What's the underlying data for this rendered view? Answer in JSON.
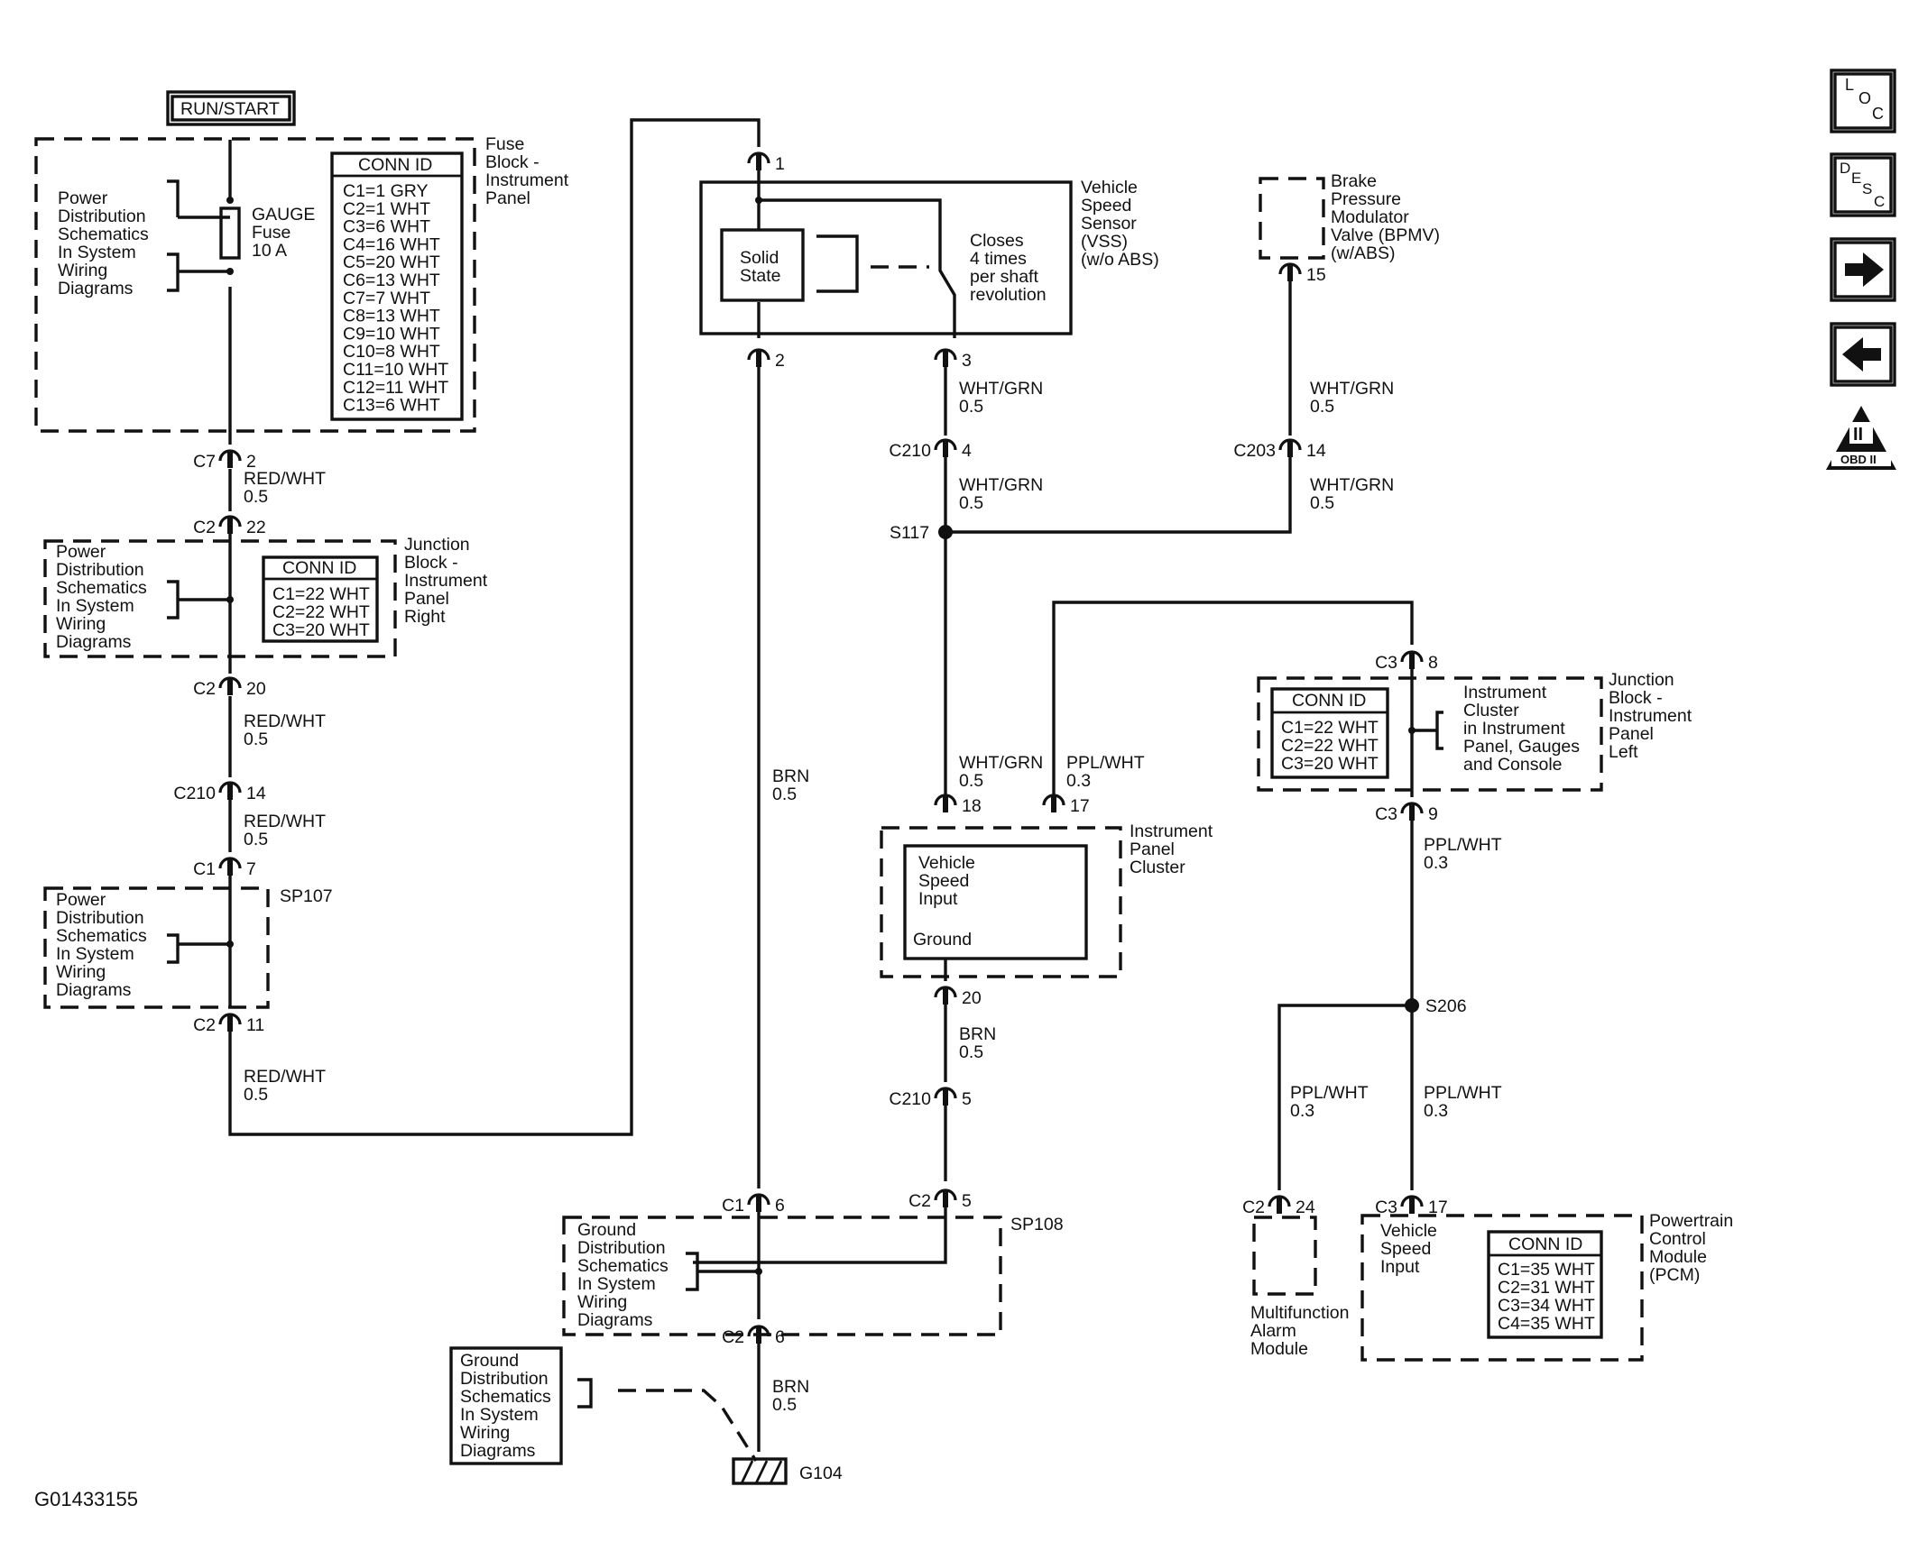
{
  "figure_id": "G01433155",
  "power_source": "RUN/START",
  "fuse_block": {
    "label": [
      "Fuse",
      "Block -",
      "Instrument",
      "Panel"
    ],
    "fuse": [
      "GAUGE",
      "Fuse",
      "10 A"
    ],
    "ref": [
      "Power",
      "Distribution",
      "Schematics",
      "In System",
      "Wiring",
      "Diagrams"
    ],
    "conn_title": "CONN ID",
    "conn": [
      "C1=1 GRY",
      "C2=1 WHT",
      "C3=6 WHT",
      "C4=16 WHT",
      "C5=20 WHT",
      "C6=13 WHT",
      "C7=7 WHT",
      "C8=13 WHT",
      "C9=10 WHT",
      "C10=8 WHT",
      "C11=10 WHT",
      "C12=11 WHT",
      "C13=6 WHT"
    ]
  },
  "junction_right": {
    "label": [
      "Junction",
      "Block -",
      "Instrument",
      "Panel",
      "Right"
    ],
    "ref": [
      "Power",
      "Distribution",
      "Schematics",
      "In System",
      "Wiring",
      "Diagrams"
    ],
    "conn_title": "CONN ID",
    "conn": [
      "C1=22 WHT",
      "C2=22 WHT",
      "C3=20 WHT"
    ]
  },
  "sp107": {
    "label": "SP107",
    "ref": [
      "Power",
      "Distribution",
      "Schematics",
      "In System",
      "Wiring",
      "Diagrams"
    ]
  },
  "vss": {
    "label": [
      "Vehicle",
      "Speed",
      "Sensor",
      "(VSS)",
      "(w/o ABS)"
    ],
    "solid_state": [
      "Solid",
      "State"
    ],
    "switch_note": [
      "Closes",
      "4 times",
      "per shaft",
      "revolution"
    ]
  },
  "bpmv": {
    "label": [
      "Brake",
      "Pressure",
      "Modulator",
      "Valve (BPMV)",
      "(w/ABS)"
    ]
  },
  "ipc": {
    "label": [
      "Instrument",
      "Panel",
      "Cluster"
    ],
    "input": [
      "Vehicle",
      "Speed",
      "Input"
    ],
    "ground": "Ground"
  },
  "junction_left": {
    "label": [
      "Junction",
      "Block -",
      "Instrument",
      "Panel",
      "Left"
    ],
    "ref": [
      "Instrument",
      "Cluster",
      "in Instrument",
      "Panel, Gauges",
      "and Console"
    ],
    "conn_title": "CONN ID",
    "conn": [
      "C1=22 WHT",
      "C2=22 WHT",
      "C3=20 WHT"
    ]
  },
  "sp108": {
    "label": "SP108",
    "ref": [
      "Ground",
      "Distribution",
      "Schematics",
      "In System",
      "Wiring",
      "Diagrams"
    ]
  },
  "ground_ref": {
    "ref": [
      "Ground",
      "Distribution",
      "Schematics",
      "In System",
      "Wiring",
      "Diagrams"
    ],
    "ground_label": "G104"
  },
  "alarm_module": {
    "label": [
      "Multifunction",
      "Alarm",
      "Module"
    ]
  },
  "pcm": {
    "label": [
      "Powertrain",
      "Control",
      "Module",
      "(PCM)"
    ],
    "input": [
      "Vehicle",
      "Speed",
      "Input"
    ],
    "conn_title": "CONN ID",
    "conn": [
      "C1=35 WHT",
      "C2=31 WHT",
      "C3=34 WHT",
      "C4=35 WHT"
    ]
  },
  "splices": [
    "S117",
    "S206"
  ],
  "connectors": [
    {
      "conn": "C7",
      "pin": "2"
    },
    {
      "conn": "C2",
      "pin": "22"
    },
    {
      "conn": "C2",
      "pin": "20"
    },
    {
      "conn": "C210",
      "pin": "14"
    },
    {
      "conn": "C1",
      "pin": "7"
    },
    {
      "conn": "C2",
      "pin": "11"
    },
    {
      "conn": "",
      "pin": "1"
    },
    {
      "conn": "",
      "pin": "2"
    },
    {
      "conn": "",
      "pin": "3"
    },
    {
      "conn": "",
      "pin": "15"
    },
    {
      "conn": "C210",
      "pin": "4"
    },
    {
      "conn": "C203",
      "pin": "14"
    },
    {
      "conn": "C3",
      "pin": "8"
    },
    {
      "conn": "C3",
      "pin": "9"
    },
    {
      "conn": "",
      "pin": "18"
    },
    {
      "conn": "",
      "pin": "17"
    },
    {
      "conn": "",
      "pin": "20"
    },
    {
      "conn": "C210",
      "pin": "5"
    },
    {
      "conn": "C1",
      "pin": "6"
    },
    {
      "conn": "C2",
      "pin": "5"
    },
    {
      "conn": "C2",
      "pin": "6"
    },
    {
      "conn": "C2",
      "pin": "24"
    },
    {
      "conn": "C3",
      "pin": "17"
    }
  ],
  "wires": [
    {
      "color": "RED/WHT",
      "gauge": "0.5"
    },
    {
      "color": "RED/WHT",
      "gauge": "0.5"
    },
    {
      "color": "RED/WHT",
      "gauge": "0.5"
    },
    {
      "color": "RED/WHT",
      "gauge": "0.5"
    },
    {
      "color": "BRN",
      "gauge": "0.5"
    },
    {
      "color": "WHT/GRN",
      "gauge": "0.5"
    },
    {
      "color": "WHT/GRN",
      "gauge": "0.5"
    },
    {
      "color": "WHT/GRN",
      "gauge": "0.5"
    },
    {
      "color": "WHT/GRN",
      "gauge": "0.5"
    },
    {
      "color": "WHT/GRN",
      "gauge": "0.5"
    },
    {
      "color": "PPL/WHT",
      "gauge": "0.3"
    },
    {
      "color": "PPL/WHT",
      "gauge": "0.3"
    },
    {
      "color": "BRN",
      "gauge": "0.5"
    },
    {
      "color": "PPL/WHT",
      "gauge": "0.3"
    },
    {
      "color": "PPL/WHT",
      "gauge": "0.3"
    },
    {
      "color": "BRN",
      "gauge": "0.5"
    }
  ],
  "nav": [
    {
      "name": "loc-button",
      "icon": "loc-icon",
      "letters": [
        "L",
        "O",
        "C"
      ]
    },
    {
      "name": "desc-button",
      "icon": "desc-icon",
      "letters": [
        "D",
        "E",
        "S",
        "C"
      ]
    },
    {
      "name": "next-button",
      "icon": "arrow-right-icon"
    },
    {
      "name": "prev-button",
      "icon": "arrow-left-icon"
    },
    {
      "name": "obd-button",
      "icon": "obd-ii-icon",
      "letters": [
        "II",
        "OBD II"
      ]
    }
  ]
}
